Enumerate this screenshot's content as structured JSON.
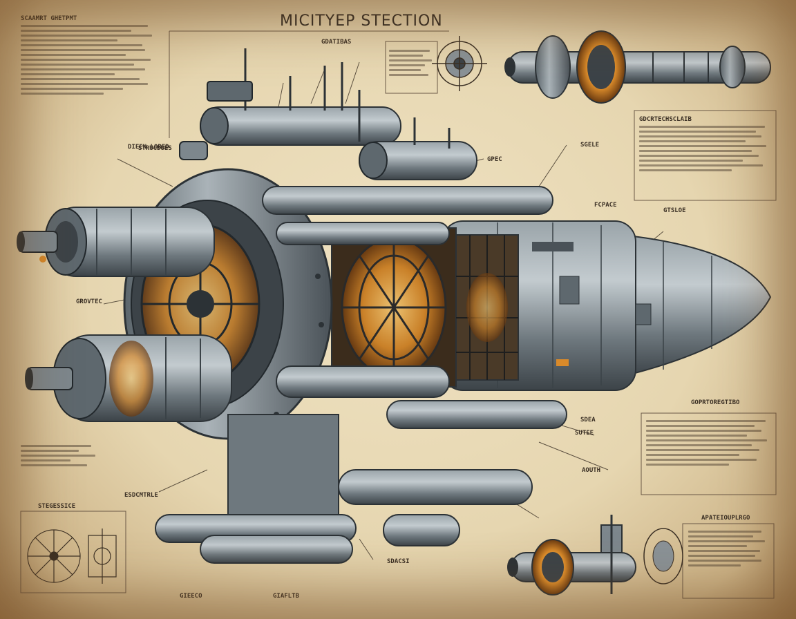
{
  "blueprint": {
    "title": "MICITYEP STECTION",
    "labels": {
      "top_center": "GDATIBAS",
      "left_panel_header": "SCAAMRT GHETPMT",
      "right_panel_header": "GDCRTECHSCLAIB",
      "right_lower_header": "GOPRTOREGTIBO",
      "left_lower_header": "STEGESSICE",
      "bottom_right_header": "APATEIOUPLRGO",
      "bottom_label_1": "GIEECO",
      "bottom_label_2": "GIAFLTB",
      "bottom_label_3": "SDACSI",
      "callout_1": "DIEEN LORED",
      "callout_2": "GROVTEC",
      "callout_3": "ESDCMTRLE",
      "callout_4": "GPEC",
      "callout_5": "SDEA",
      "callout_6": "SUTEE",
      "callout_7": "AOUTH",
      "callout_8": "SGELE",
      "callout_9": "STRUCDUES",
      "callout_10": "GTSLOE",
      "callout_11": "FCPACE"
    },
    "colors": {
      "paper": "#e9dbb8",
      "ink": "#3a2f24",
      "metal_dark": "#4a5258",
      "metal_mid": "#7d878d",
      "metal_light": "#b7c0c4",
      "copper": "#d98a2a"
    },
    "icon_names": [
      "wheel-diagram-icon",
      "gyroscope-diagram-icon",
      "engine-detail-icon",
      "station-mini-icon"
    ]
  }
}
